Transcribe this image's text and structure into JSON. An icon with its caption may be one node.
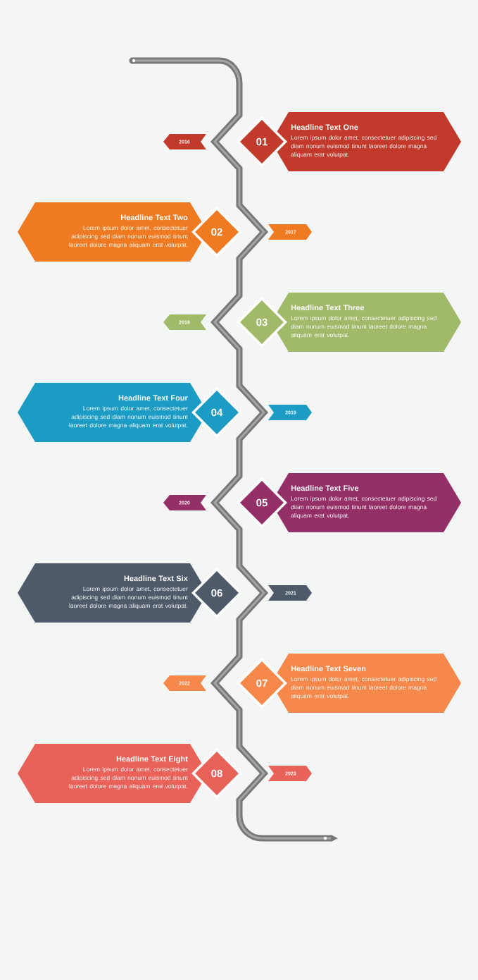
{
  "diagram": {
    "nodes": [
      {
        "text": [
          "Headline Text One",
          "Lorem ipsum dolor amet, consectetuer adipiscing sed diam nonum euismod tinunt laoreet dolore magna aliquam erat volutpat."
        ]
      },
      {
        "text": [
          "01"
        ]
      },
      {
        "text": [
          "2016"
        ]
      },
      {
        "text": [
          "Headline Text Two",
          "Lorem ipsum dolor amet, consectetuer adipiscing sed diam nonum euismod tinunt laoreet dolore magna aliquam erat volutpat."
        ]
      },
      {
        "text": [
          "02"
        ]
      },
      {
        "text": [
          "2017"
        ]
      },
      {
        "text": [
          "Headline Text Three",
          "Lorem ipsum dolor amet, consectetuer adipiscing sed diam nonum euismod tinunt laoreet dolore magna aliquam erat volutpat."
        ]
      },
      {
        "text": [
          "03"
        ]
      },
      {
        "text": [
          "2018"
        ]
      },
      {
        "text": [
          "Headline Text Four",
          "Lorem ipsum dolor amet, consectetuer adipiscing sed diam nonum euismod tinunt laoreet dolore magna aliquam erat volutpat."
        ]
      },
      {
        "text": [
          "04"
        ]
      },
      {
        "text": [
          "2019"
        ]
      },
      {
        "text": [
          "Headline Text Five",
          "Lorem ipsum dolor amet, consectetuer adipiscing sed diam nonum euismod tinunt laoreet dolore magna aliquam erat volutpat."
        ]
      },
      {
        "text": [
          "05"
        ]
      },
      {
        "text": [
          "2020"
        ]
      },
      {
        "text": [
          "Headline Text Six",
          "Lorem ipsum dolor amet, consectetuer adipiscing sed diam nonum euismod tinunt laoreet dolore magna aliquam erat volutpat."
        ]
      },
      {
        "text": [
          "06"
        ]
      },
      {
        "text": [
          "2021"
        ]
      },
      {
        "text": [
          "Headline Text Seven",
          "Lorem ipsum dolor amet, consectetuer adipiscing sed diam nonum euismod tinunt laoreet dolore magna aliquam erat volutpat."
        ]
      },
      {
        "text": [
          "07"
        ]
      },
      {
        "text": [
          "2022"
        ]
      },
      {
        "text": [
          "Headline Text Eight",
          "Lorem ipsum dolor amet, consectetuer adipiscing sed diam nonum euismod tinunt laoreet dolore magna aliquam erat volutpat."
        ]
      },
      {
        "text": [
          "08"
        ]
      },
      {
        "text": [
          "2023"
        ]
      }
    ]
  }
}
